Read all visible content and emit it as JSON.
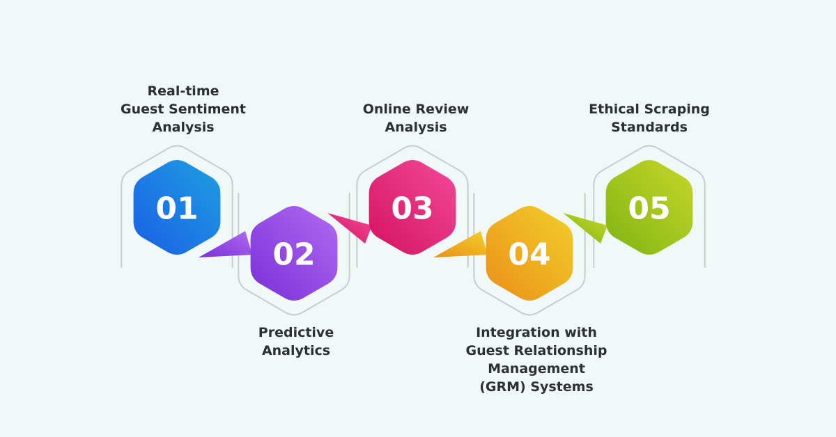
{
  "steps": [
    {
      "number": "01",
      "label_lines": [
        "Real-time",
        "Guest Sentiment",
        "Analysis"
      ],
      "gradient": [
        "#1f9fe0",
        "#1a5ee6"
      ]
    },
    {
      "number": "02",
      "label_lines": [
        "Predictive",
        "Analytics"
      ],
      "gradient": [
        "#b06bf0",
        "#7a2fd8"
      ]
    },
    {
      "number": "03",
      "label_lines": [
        "Online Review",
        "Analysis"
      ],
      "gradient": [
        "#f24a9a",
        "#d3125f"
      ]
    },
    {
      "number": "04",
      "label_lines": [
        "Integration with",
        "Guest Relationship",
        "Management",
        "(GRM) Systems"
      ],
      "gradient": [
        "#f2cf2a",
        "#eb8f1a"
      ]
    },
    {
      "number": "05",
      "label_lines": [
        "Ethical Scraping",
        "Standards"
      ],
      "gradient": [
        "#c8d62b",
        "#7fb412"
      ]
    }
  ],
  "colors": {
    "background": "#f0f9f8",
    "outline": "#c9cccc",
    "text": "#2d2f33",
    "number_text": "#ffffff"
  }
}
